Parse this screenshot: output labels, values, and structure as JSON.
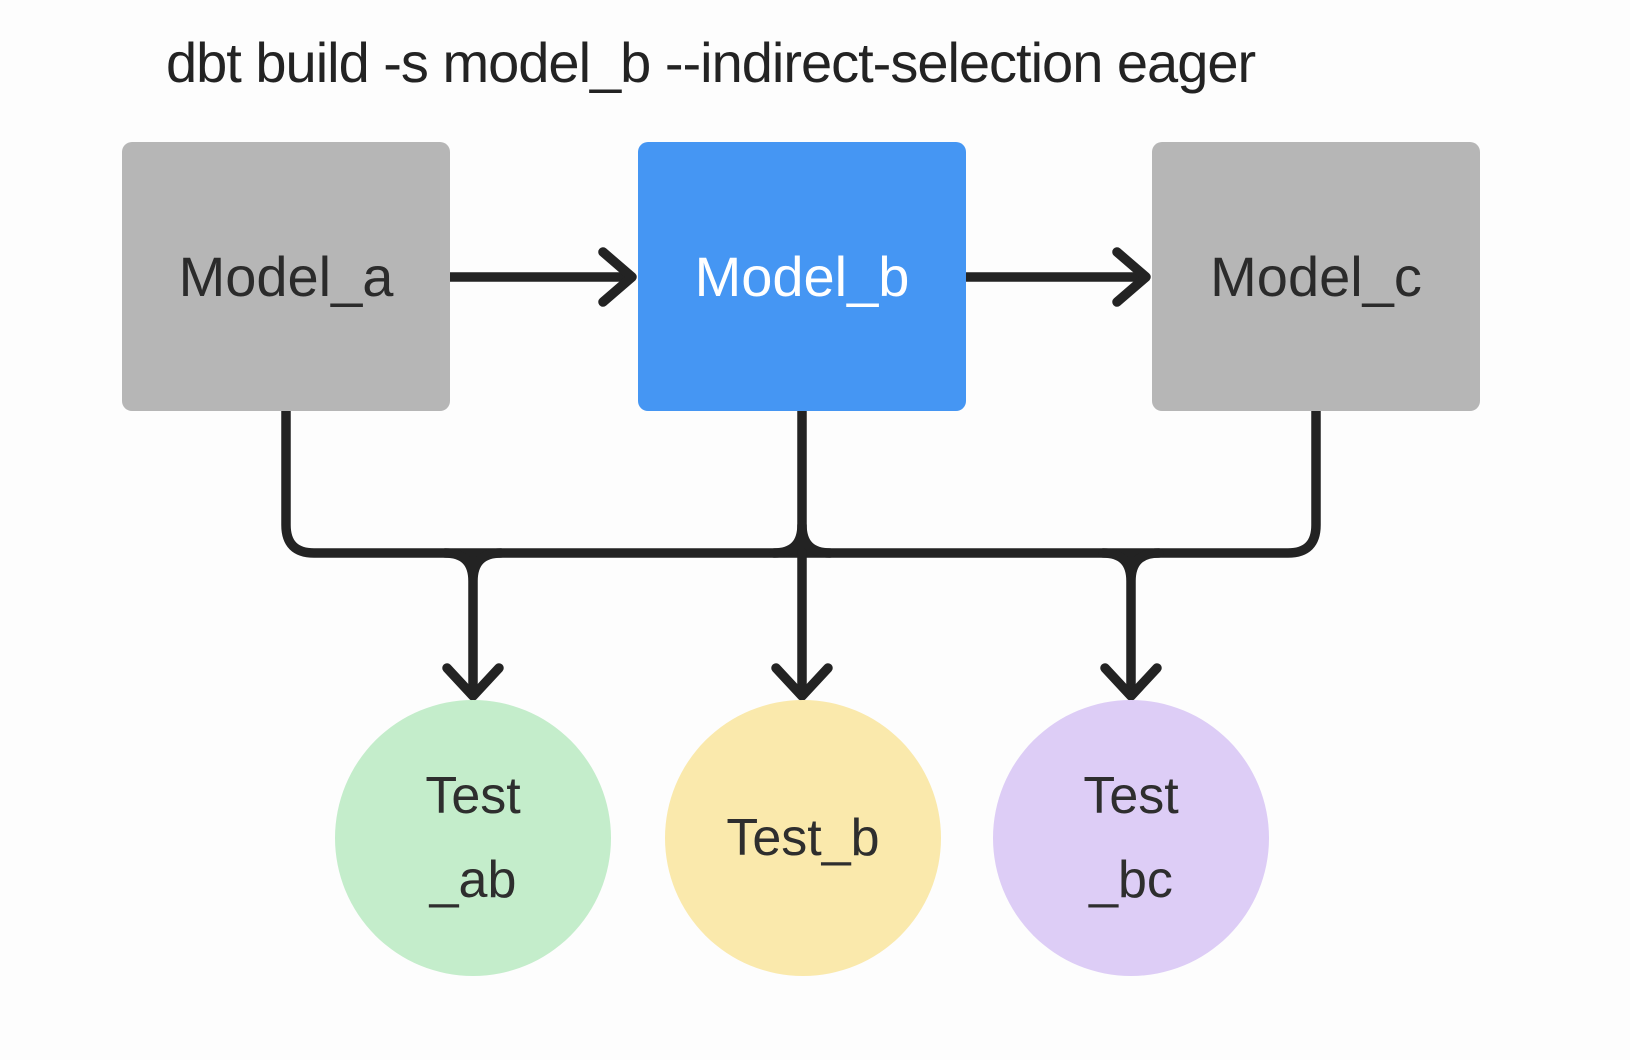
{
  "title": "dbt build -s model_b --indirect-selection eager",
  "colors": {
    "connector": "#232323",
    "model_default": "#b6b6b6",
    "model_selected": "#4596f3",
    "test_ab": "#c4edcb",
    "test_b": "#fae9ac",
    "test_bc": "#ddcdf6",
    "label_dark": "#2b2b2b",
    "label_light": "#ffffff"
  },
  "nodes": {
    "model_a": {
      "label": "Model_a",
      "kind": "model",
      "selected": false
    },
    "model_b": {
      "label": "Model_b",
      "kind": "model",
      "selected": true
    },
    "model_c": {
      "label": "Model_c",
      "kind": "model",
      "selected": false
    },
    "test_ab": {
      "label_line1": "Test",
      "label_line2": "_ab",
      "kind": "test"
    },
    "test_b": {
      "label_line1": "Test_b",
      "label_line2": "",
      "kind": "test"
    },
    "test_bc": {
      "label_line1": "Test",
      "label_line2": "_bc",
      "kind": "test"
    }
  },
  "edges": {
    "model_chain": [
      {
        "from": "model_a",
        "to": "model_b"
      },
      {
        "from": "model_b",
        "to": "model_c"
      }
    ],
    "test_bus": {
      "from": [
        "model_a",
        "model_b",
        "model_c"
      ],
      "to": [
        "test_ab",
        "test_b",
        "test_bc"
      ]
    }
  }
}
